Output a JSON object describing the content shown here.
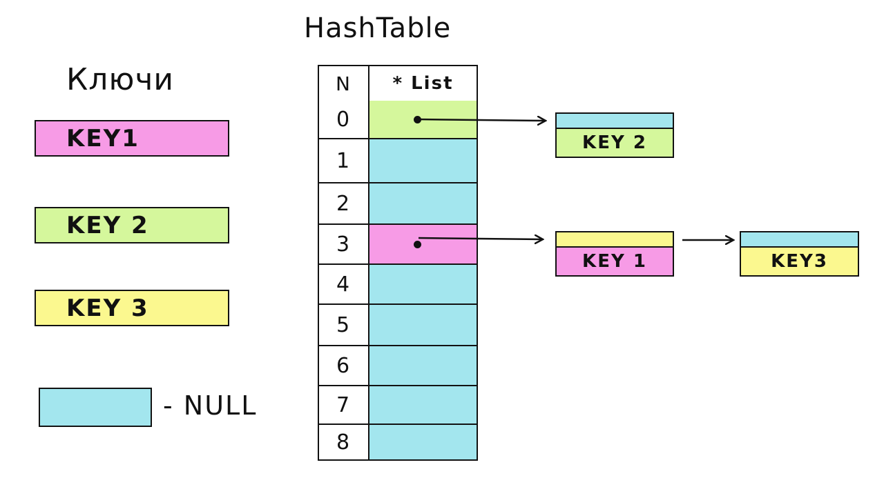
{
  "title": "HashTable",
  "keys_heading": "Ключи",
  "keys": [
    {
      "label": "KEY1",
      "color": "#f79be6"
    },
    {
      "label": "KEY 2",
      "color": "#d5f79c"
    },
    {
      "label": "KEY 3",
      "color": "#fbf88f"
    }
  ],
  "legend": {
    "null_label": "- NULL",
    "null_color": "#a3e6ee"
  },
  "table": {
    "header": {
      "index": "N",
      "value": "* List"
    },
    "rows": [
      {
        "index": "0",
        "color": "#d5f79c",
        "pointer": true
      },
      {
        "index": "1",
        "color": "#a3e6ee",
        "pointer": false
      },
      {
        "index": "2",
        "color": "#a3e6ee",
        "pointer": false
      },
      {
        "index": "3",
        "color": "#f79be6",
        "pointer": true
      },
      {
        "index": "4",
        "color": "#a3e6ee",
        "pointer": false
      },
      {
        "index": "5",
        "color": "#a3e6ee",
        "pointer": false
      },
      {
        "index": "6",
        "color": "#a3e6ee",
        "pointer": false
      },
      {
        "index": "7",
        "color": "#a3e6ee",
        "pointer": false
      },
      {
        "index": "8",
        "color": "#a3e6ee",
        "pointer": false
      }
    ]
  },
  "nodes": {
    "key2": {
      "label": "KEY 2",
      "top_color": "#a3e6ee",
      "value_color": "#d5f79c"
    },
    "key1": {
      "label": "KEY 1",
      "top_color": "#fbf88f",
      "value_color": "#f79be6"
    },
    "key3": {
      "label": "KEY3",
      "top_color": "#a3e6ee",
      "value_color": "#fbf88f"
    }
  }
}
